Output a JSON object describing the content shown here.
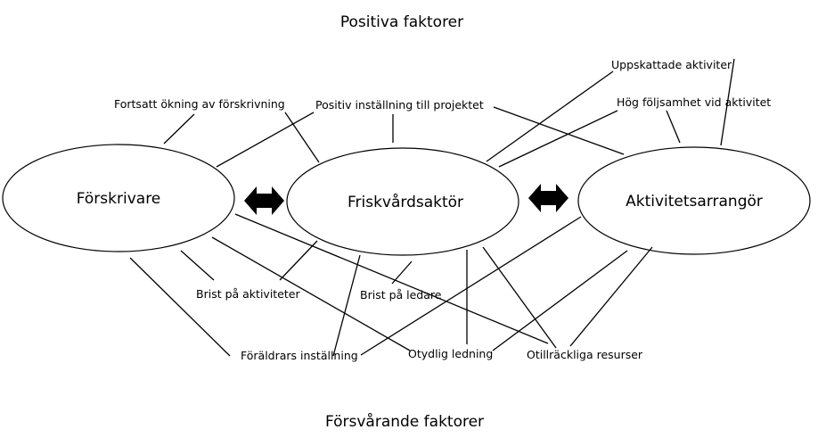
{
  "headings": {
    "top": "Positiva faktorer",
    "bottom": "Försvårande faktorer"
  },
  "nodes": {
    "prescriber": "Förskrivare",
    "wellness_actor": "Friskvårdsaktör",
    "activity_organizer": "Aktivitetsarrangör"
  },
  "positive_factors": {
    "continued_increase": "Fortsatt ökning av förskrivning",
    "positive_attitude": "Positiv inställning till projektet",
    "appreciated_activities": "Uppskattade aktiviter",
    "high_adherence": "Hög följsamhet vid aktivitet"
  },
  "negative_factors": {
    "lack_of_activities": "Brist på aktiviteter",
    "lack_of_leaders": "Brist på ledare",
    "parents_attitude": "Föräldrars inställning",
    "unclear_leadership": "Otydlig ledning",
    "insufficient_resources": "Otillräckliga resurser"
  },
  "colors": {
    "stroke": "#000000",
    "background": "#ffffff"
  }
}
